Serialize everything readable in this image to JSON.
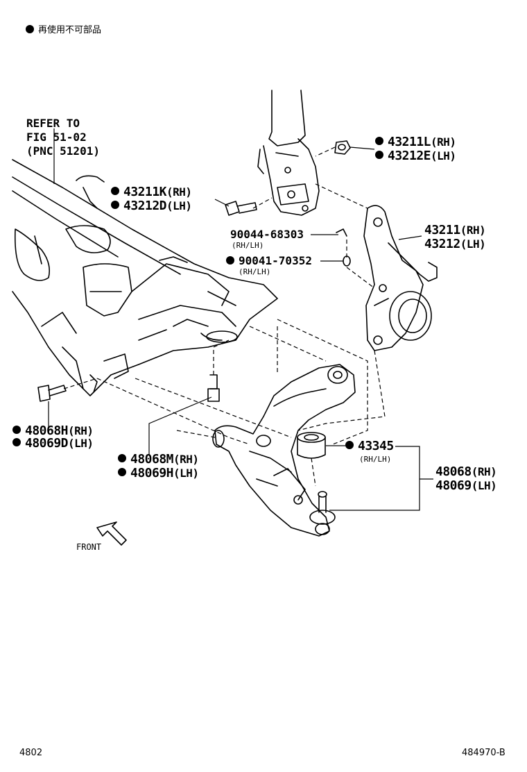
{
  "legend": {
    "text": "再使用不可部品"
  },
  "refer": {
    "line1": "REFER TO",
    "line2": "FIG 51-02",
    "line3": "(PNC 51201)"
  },
  "parts": {
    "p43211L": "43211L",
    "p43211L_side": "(RH)",
    "p43212E": "43212E",
    "p43212E_side": "(LH)",
    "p43211K": "43211K",
    "p43211K_side": "(RH)",
    "p43212D": "43212D",
    "p43212D_side": "(LH)",
    "p90044": "90044-68303",
    "p90044_side": "(RH/LH)",
    "p90041": "90041-70352",
    "p90041_side": "(RH/LH)",
    "p43211": "43211",
    "p43211_side": "(RH)",
    "p43212": "43212",
    "p43212_side": "(LH)",
    "p48068H": "48068H",
    "p48068H_side": "(RH)",
    "p48069D": "48069D",
    "p48069D_side": "(LH)",
    "p48068M": "48068M",
    "p48068M_side": "(RH)",
    "p48069H": "48069H",
    "p48069H_side": "(LH)",
    "p43345": "43345",
    "p43345_side": "(RH/LH)",
    "p48068": "48068",
    "p48068_side": "(RH)",
    "p48069": "48069",
    "p48069_side": "(LH)"
  },
  "front": "FRONT",
  "footer": {
    "left": "4802",
    "right": "484970-B"
  }
}
